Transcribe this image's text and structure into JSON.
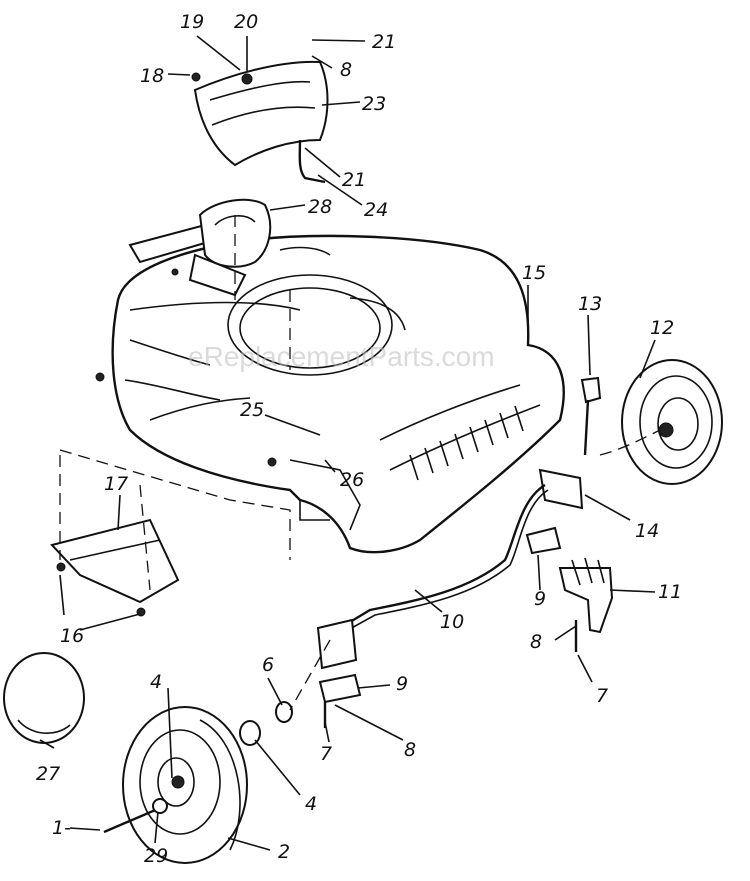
{
  "watermark": "eReplacementParts.com",
  "callouts": {
    "c1": "1-",
    "c2": "2",
    "c4a": "4",
    "c4b": "4",
    "c6": "6",
    "c7a": "7",
    "c7b": "7",
    "c8a": "8",
    "c8b": "8",
    "c8c": "8",
    "c9a": "9",
    "c9b": "9",
    "c10": "10",
    "c11": "11",
    "c12": "12",
    "c13": "13",
    "c14": "14",
    "c15": "15",
    "c16": "16",
    "c17": "17",
    "c18": "18",
    "c19": "19",
    "c20": "20",
    "c21a": "21",
    "c21b": "21",
    "c23": "23",
    "c24": "24",
    "c25": "25",
    "c26": "26",
    "c27": "27",
    "c28": "28",
    "c29": "29"
  }
}
